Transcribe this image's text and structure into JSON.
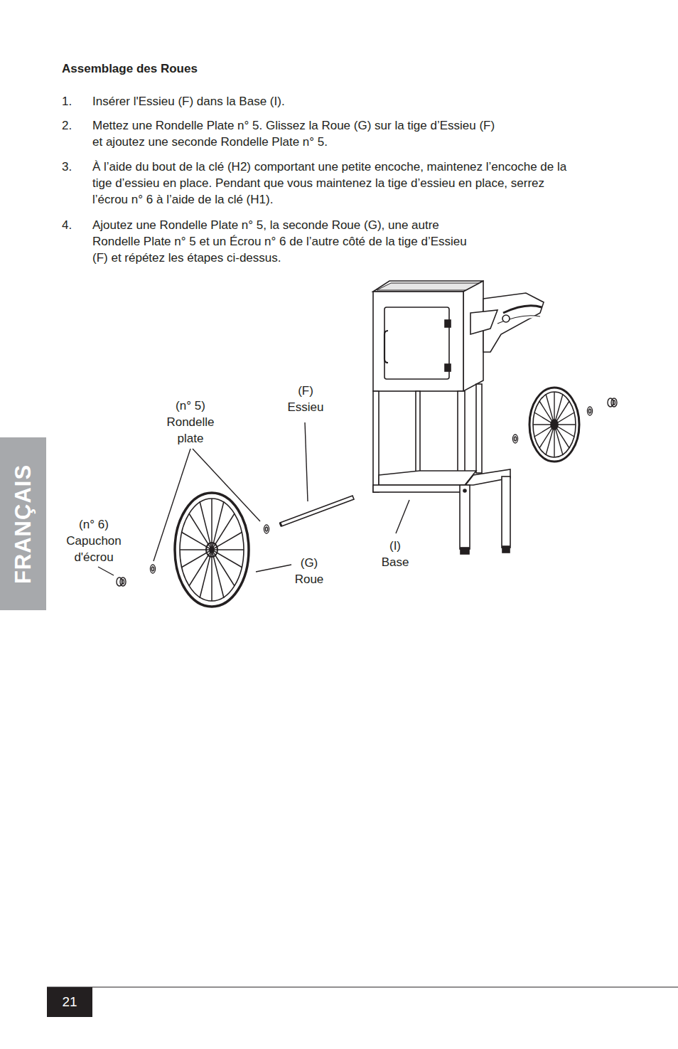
{
  "diagram": {
    "title": "Assemblage des Roues",
    "nodes": [
      {
        "text": [
          "FRANÇAIS"
        ]
      },
      {
        "text": [
          "21"
        ]
      }
    ],
    "labels": [
      "1.",
      "Insérer l'Essieu (F) dans la Base (I).",
      "2.",
      "Mettez une Rondelle Plate n° 5. Glissez la Roue (G) sur la tige d’Essieu (F) et ajoutez une seconde Rondelle Plate n° 5.",
      "3.",
      "À l’aide du bout de la clé (H2) comportant une petite encoche, maintenez l’encoche de la tige d’essieu en place. Pendant que vous maintenez la tige d’essieu en place, serrez l’écrou n° 6 à l’aide de la clé (H1).",
      "4.",
      "Ajoutez une Rondelle Plate n° 5, la seconde Roue (G), une autre Rondelle Plate n° 5 et un Écrou n° 6 de l’autre côté de la tige d’Essieu (F) et répétez les étapes ci-dessus.",
      "(n° 5) Rondelle plate",
      "(F) Essieu",
      "(n° 6) Capuchon d'écrou",
      "(G) Roue",
      "(I) Base"
    ]
  }
}
